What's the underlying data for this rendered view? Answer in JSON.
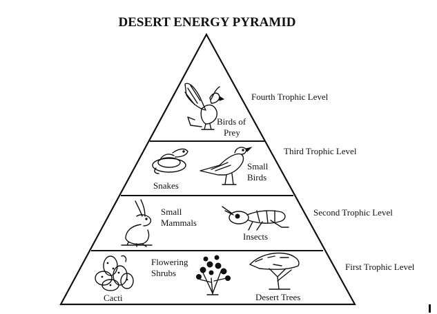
{
  "title": "DESERT ENERGY PYRAMID",
  "levels": [
    {
      "label": "Fourth Trophic Level",
      "organisms": [
        {
          "line1": "Birds of",
          "line2": "Prey",
          "icon": "bird-of-prey-icon"
        }
      ]
    },
    {
      "label": "Third Trophic Level",
      "organisms": [
        {
          "line1": "Snakes",
          "icon": "snake-icon"
        },
        {
          "line1": "Small",
          "line2": "Birds",
          "icon": "small-bird-icon"
        }
      ]
    },
    {
      "label": "Second Trophic Level",
      "organisms": [
        {
          "line1": "Small",
          "line2": "Mammals",
          "icon": "rabbit-icon"
        },
        {
          "line1": "Insects",
          "icon": "grasshopper-icon"
        }
      ]
    },
    {
      "label": "First Trophic Level",
      "organisms": [
        {
          "line1": "Cacti",
          "icon": "cactus-icon"
        },
        {
          "line1": "Flowering",
          "line2": "Shrubs",
          "icon": "shrub-icon"
        },
        {
          "line1": "Desert Trees",
          "icon": "tree-icon"
        }
      ]
    }
  ]
}
